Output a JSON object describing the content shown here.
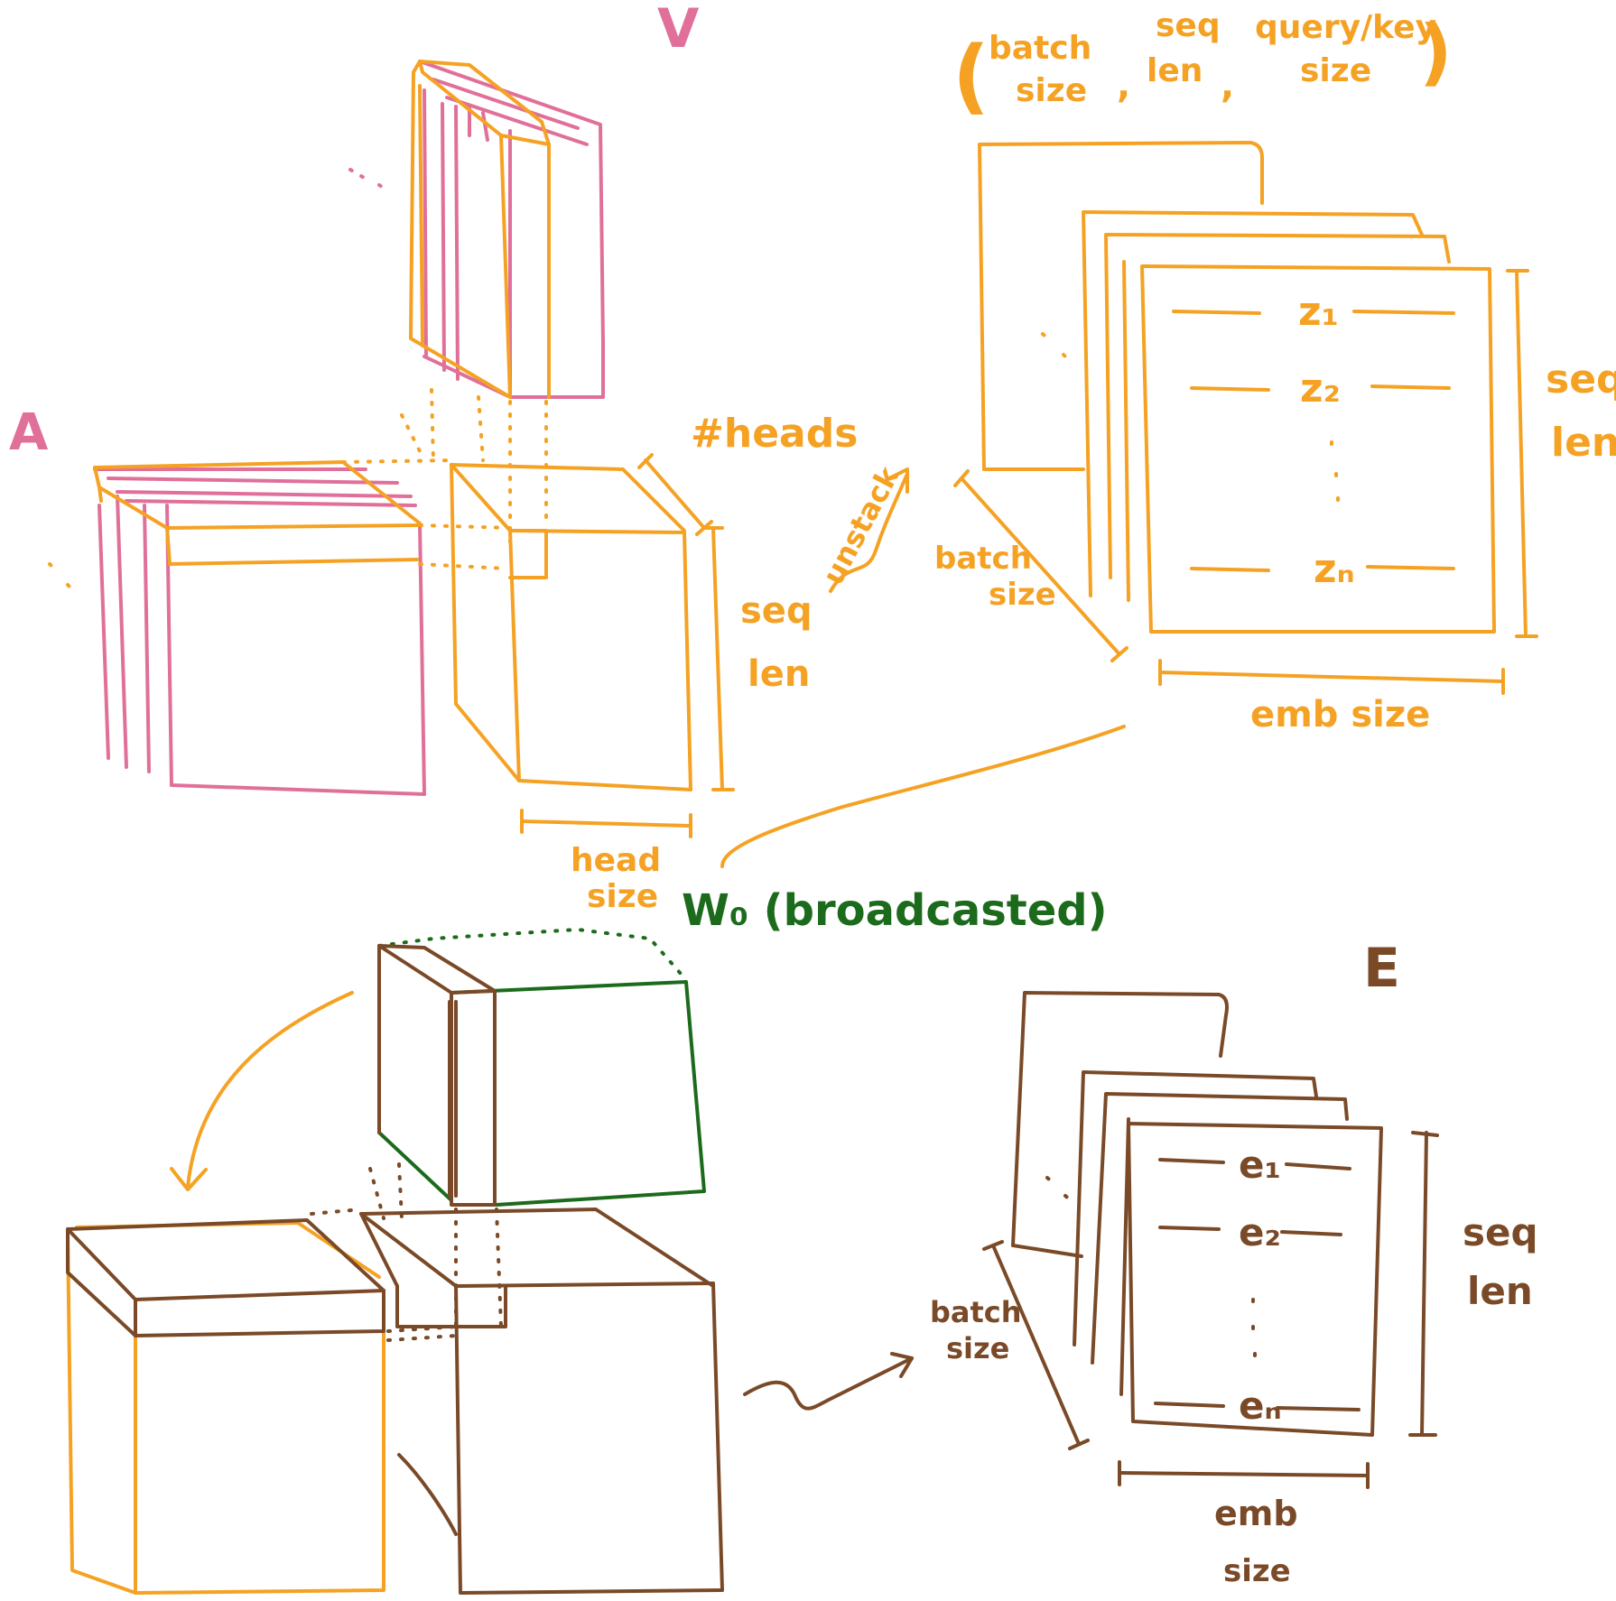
{
  "colors": {
    "orange": "#F5A224",
    "pink": "#E0709A",
    "brown": "#7A4A28",
    "green": "#1C6B1C"
  },
  "labels": {
    "v": "V",
    "a": "A",
    "e": "E",
    "w0": "W₀ (broadcasted)",
    "shape_open": "(",
    "shape_close": ")",
    "shape_batch_1": "batch",
    "shape_batch_2": "size",
    "shape_comma_1": ",",
    "shape_seq_1": "seq",
    "shape_seq_2": "len",
    "shape_comma_2": ",",
    "shape_qk_1": "query/key",
    "shape_qk_2": "size",
    "heads": "#heads",
    "seq_len_1a": "seq",
    "seq_len_1b": "len",
    "head_size_a": "head",
    "head_size_b": "size",
    "unstack": "unstack",
    "batch_size_1a": "batch",
    "batch_size_1b": "size",
    "seq_len_2a": "seq",
    "seq_len_2b": "len",
    "emb_size_1": "emb size",
    "z1": "z₁",
    "z2": "z₂",
    "zn": "zₙ",
    "seq_len_3a": "seq",
    "seq_len_3b": "len",
    "batch_size_2a": "batch",
    "batch_size_2b": "size",
    "emb_size_2a": "emb",
    "emb_size_2b": "size",
    "e1": "e₁",
    "e2": "e₂",
    "en": "eₙ"
  }
}
